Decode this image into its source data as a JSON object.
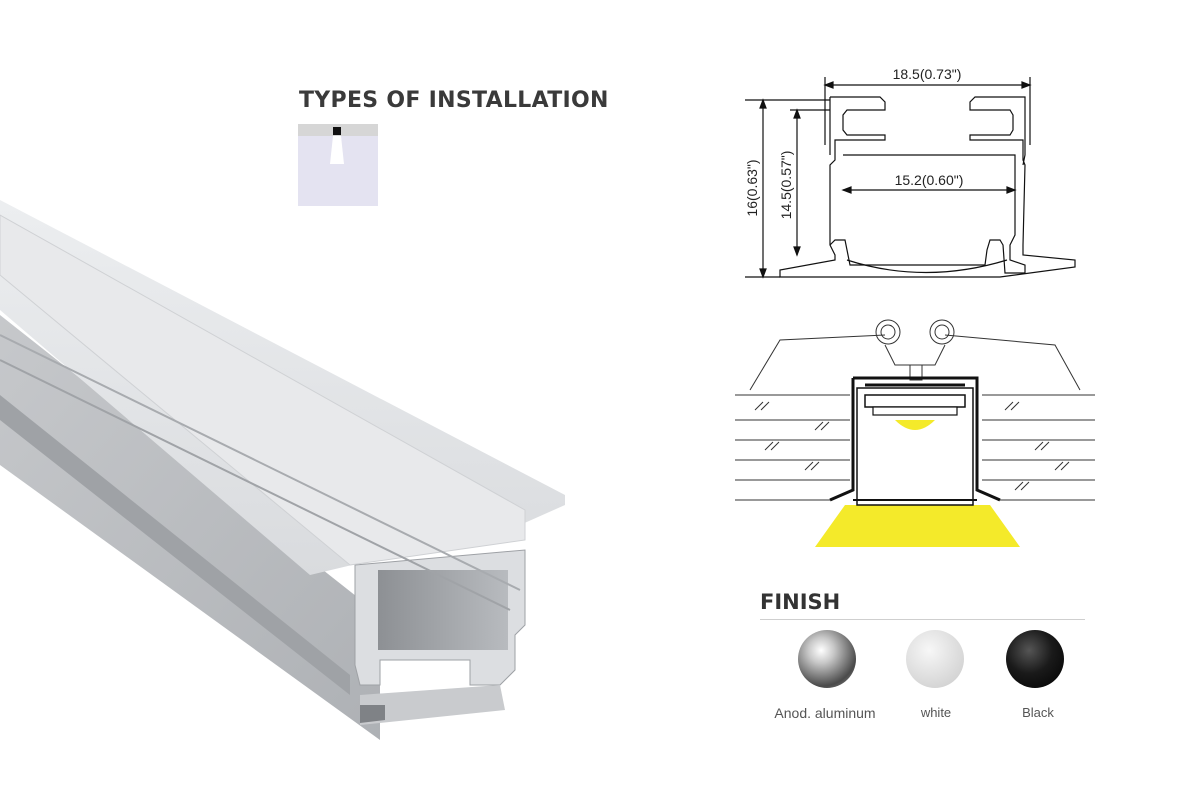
{
  "installation": {
    "title": "TYPES OF INSTALLATION"
  },
  "dimensions": {
    "outer_width": "18.5(0.73\")",
    "inner_width": "15.2(0.60\")",
    "total_height": "16(0.63\")",
    "body_height": "14.5(0.57\")"
  },
  "finish": {
    "title": "FINISH",
    "options": [
      {
        "label": "Anod. aluminum",
        "color": "#a9a9a9"
      },
      {
        "label": "white",
        "color": "#dcdcdc"
      },
      {
        "label": "Black",
        "color": "#1a1a1a"
      }
    ]
  },
  "colors": {
    "light_beam": "#f4ea2a",
    "aluminum": "#c8c9cb",
    "diffuser": "#e6e7e9"
  }
}
